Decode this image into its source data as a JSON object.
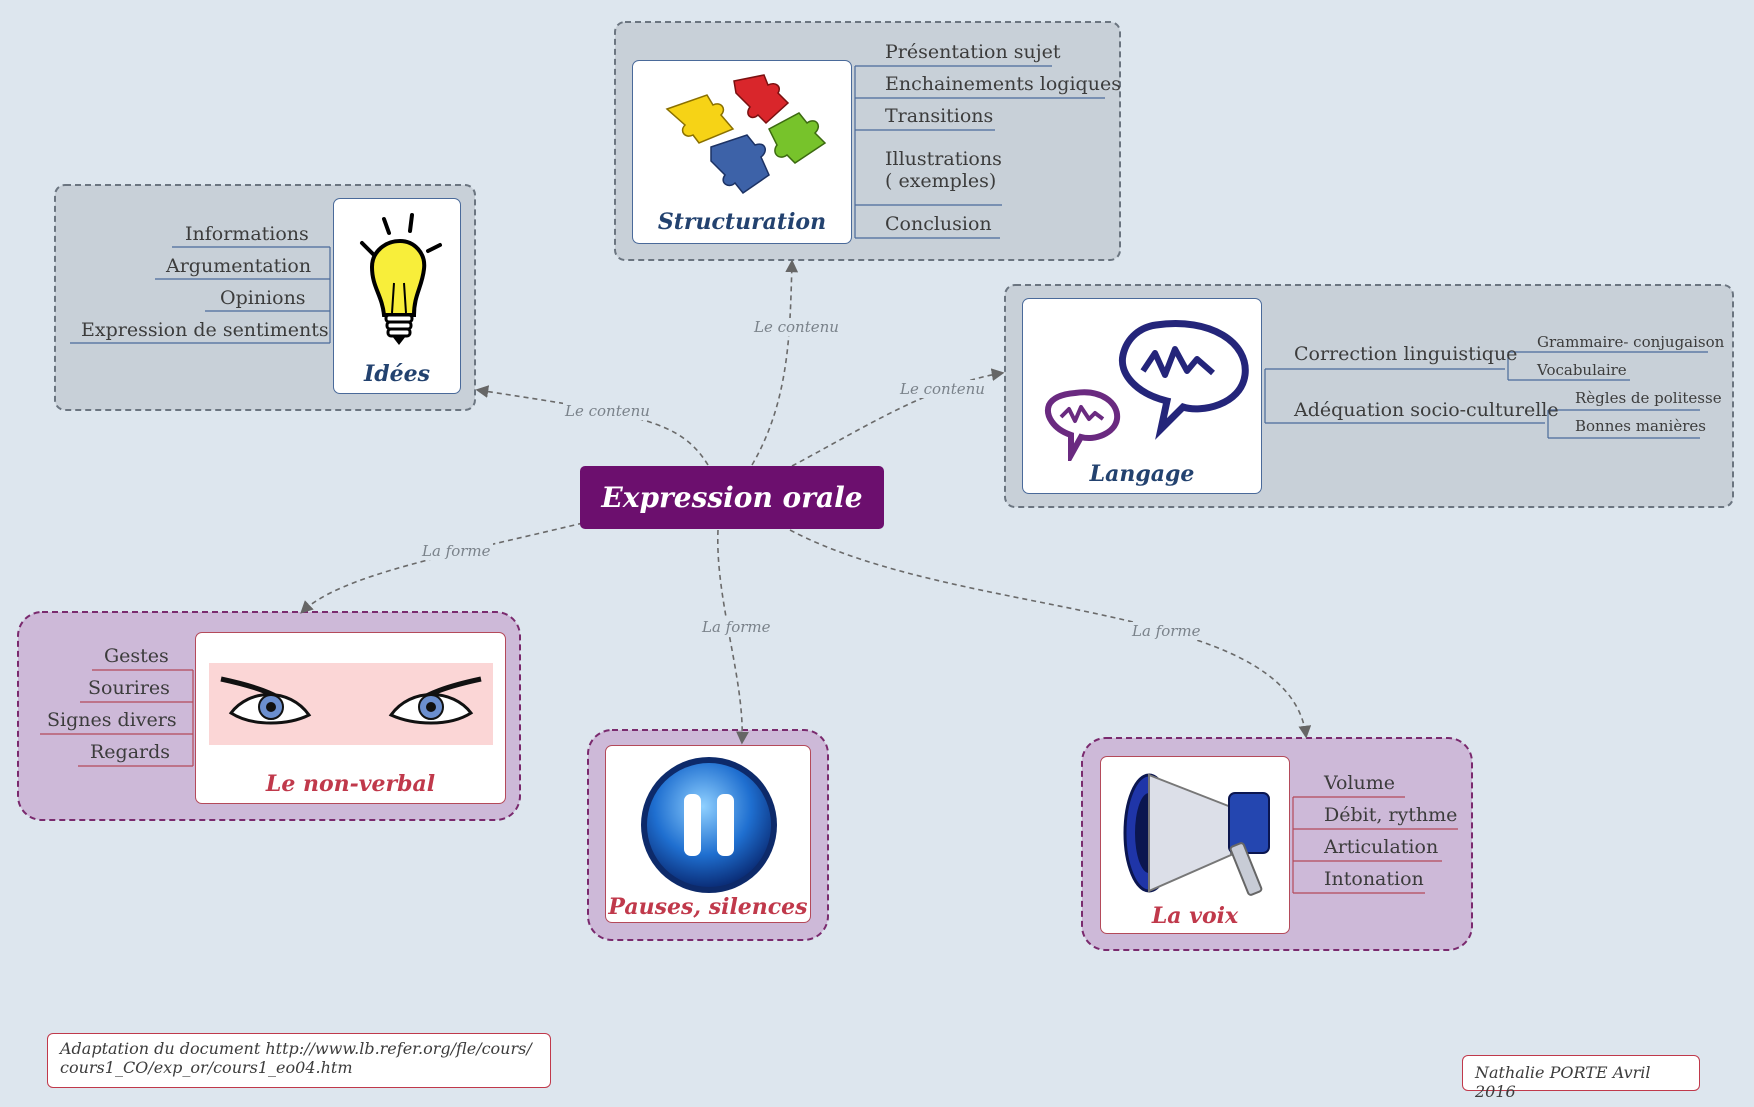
{
  "center": {
    "title": "Expression orale"
  },
  "edge_labels": {
    "idees": "Le contenu",
    "structuration": "Le contenu",
    "langage": "Le contenu",
    "non_verbal": "La forme",
    "pauses": "La forme",
    "voix": "La forme"
  },
  "idees": {
    "label": "Idées",
    "items": [
      "Informations",
      "Argumentation",
      "Opinions",
      "Expression de sentiments"
    ]
  },
  "structuration": {
    "label": "Structuration",
    "items": [
      "Présentation sujet",
      "Enchainements logiques",
      "Transitions",
      "Illustrations",
      "( exemples)",
      "Conclusion"
    ]
  },
  "langage": {
    "label": "Langage",
    "items": [
      "Correction linguistique",
      "Adéquation socio-culturelle"
    ],
    "correction_sub": [
      "Grammaire- conjugaison",
      "Vocabulaire"
    ],
    "adequation_sub": [
      "Règles de politesse",
      "Bonnes manières"
    ]
  },
  "non_verbal": {
    "label": "Le non-verbal",
    "items": [
      "Gestes",
      "Sourires",
      "Signes divers",
      "Regards"
    ]
  },
  "pauses": {
    "label": "Pauses, silences"
  },
  "voix": {
    "label": "La voix",
    "items": [
      "Volume",
      "Débit, rythme",
      "Articulation",
      "Intonation"
    ]
  },
  "footer": {
    "source_line1": "Adaptation du document  http://www.lb.refer.org/fle/cours/",
    "source_line2": "cours1_CO/exp_or/cours1_eo04.htm",
    "author": "Nathalie PORTE Avril 2016"
  },
  "colors": {
    "center": "#6c0f6e",
    "gray_panel": "#c8d0d8",
    "purple_panel": "#cdb9d8",
    "blue_accent": "#23426f",
    "red_accent": "#c0394b"
  }
}
